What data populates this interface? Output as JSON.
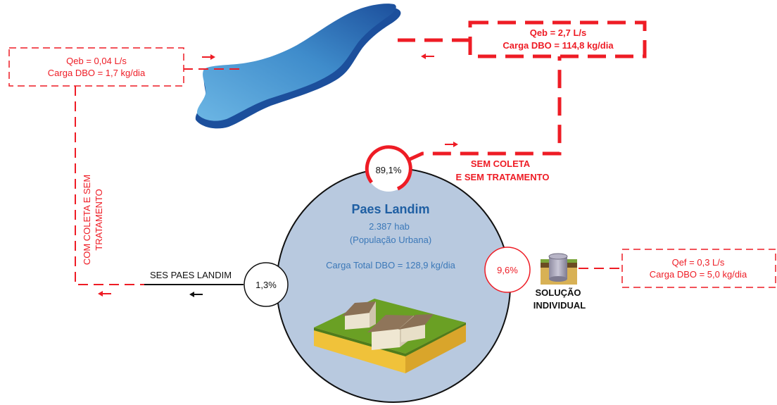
{
  "municipality": {
    "name": "Paes Landim",
    "population": "2.387 hab",
    "population_type": "(População Urbana)",
    "total_load": "Carga Total DBO = 128,9 kg/dia"
  },
  "flows": {
    "sem_coleta": {
      "percent": "89,1%",
      "label_line1": "SEM COLETA",
      "label_line2": "E SEM TRATAMENTO",
      "box_line1": "Qeb = 2,7 L/s",
      "box_line2": "Carga DBO = 114,8 kg/dia"
    },
    "com_coleta": {
      "percent": "1,3%",
      "system_label": "SES PAES LANDIM",
      "vertical_line1": "COM COLETA E SEM",
      "vertical_line2": "TRATAMENTO",
      "box_line1": "Qeb = 0,04 L/s",
      "box_line2": "Carga DBO = 1,7 kg/dia"
    },
    "solucao_individual": {
      "percent": "9,6%",
      "label_line1": "SOLUÇÃO",
      "label_line2": "INDIVIDUAL",
      "box_line1": "Qef = 0,3 L/s",
      "box_line2": "Carga DBO = 5,0 kg/dia"
    }
  },
  "colors": {
    "red": "#ee1c25",
    "circle_fill": "#b8c9df",
    "title_blue": "#1f5fa3",
    "text_blue": "#3b78b8",
    "river_light": "#5aa5d6",
    "river_dark": "#1c4f9c"
  }
}
